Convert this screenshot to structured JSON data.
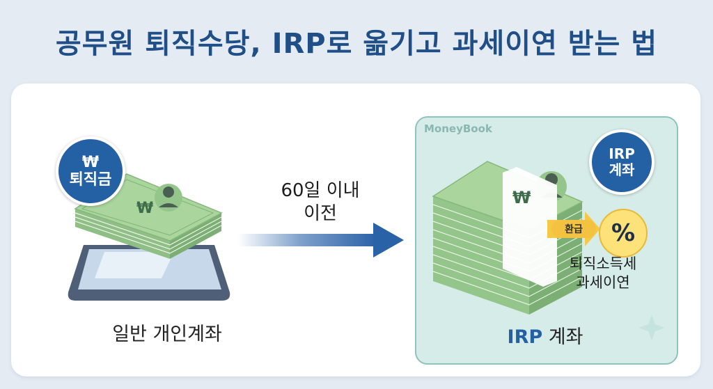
{
  "title": "공무원 퇴직수당, IRP로 옮기고 과세이연 받는 법",
  "left": {
    "badge_symbol": "₩",
    "badge_text": "퇴직금",
    "account_label": "일반 개인계좌",
    "bill_text": "₩"
  },
  "transfer": {
    "line1": "60일 이내",
    "line2": "이전"
  },
  "right": {
    "brand": "MoneyBook",
    "badge_line1": "IRP",
    "badge_line2": "계좌",
    "bill_text": "₩",
    "refund_label": "환급",
    "percent_symbol": "%",
    "tax_line1": "퇴직소득세",
    "tax_line2": "과세이연",
    "account_label_bold": "IRP",
    "account_label_rest": " 계좌"
  },
  "colors": {
    "title": "#1f4f86",
    "badge": "#2460a4",
    "money": "#a9d59c",
    "arrow": "#2a62a8",
    "irp_box": "#d6ece9",
    "refund": "#f3c241"
  }
}
